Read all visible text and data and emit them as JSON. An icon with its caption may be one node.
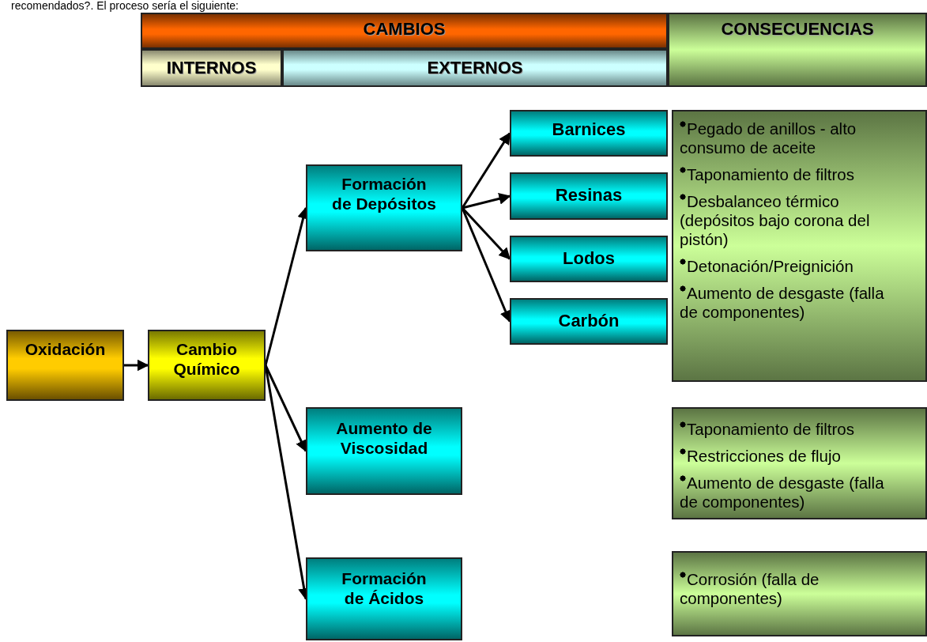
{
  "diagram": {
    "nodes": [
      {
        "text": [
          "CAMBIOS"
        ]
      },
      {
        "text": [
          "CONSECUENCIAS"
        ]
      },
      {
        "text": [
          "INTERNOS"
        ]
      },
      {
        "text": [
          "EXTERNOS"
        ]
      },
      {
        "text": [
          "Oxidación"
        ]
      },
      {
        "text": [
          "Cambio Químico"
        ]
      },
      {
        "text": [
          "Formación de Depósitos"
        ]
      },
      {
        "text": [
          "Barnices"
        ]
      },
      {
        "text": [
          "Resinas"
        ]
      },
      {
        "text": [
          "Lodos"
        ]
      },
      {
        "text": [
          "Carbón"
        ]
      },
      {
        "text": [
          "Pegado de anillos - alto consumo de aceite",
          "Taponamiento de filtros",
          "Desbalanceo térmico (depósitos bajo corona del pistón)",
          "Detonación/Preignición",
          "Aumento de desgaste (falla de componentes)"
        ]
      },
      {
        "text": [
          "Aumento de Viscosidad"
        ]
      },
      {
        "text": [
          "Taponamiento de filtros",
          "Restricciones de flujo",
          "Aumento de desgaste (falla de componentes)"
        ]
      },
      {
        "text": [
          "Formación de Ácidos"
        ]
      },
      {
        "text": [
          "Corrosión (falla de componentes)"
        ]
      }
    ],
    "edges": [
      {
        "from": 4,
        "to": 5,
        "arrow": "to"
      },
      {
        "from": 5,
        "to": 6,
        "arrow": "to"
      },
      {
        "from": 5,
        "to": 12,
        "arrow": "to"
      },
      {
        "from": 5,
        "to": 14,
        "arrow": "to"
      },
      {
        "from": 6,
        "to": 7,
        "arrow": "to"
      },
      {
        "from": 6,
        "to": 8,
        "arrow": "to"
      },
      {
        "from": 6,
        "to": 9,
        "arrow": "to"
      },
      {
        "from": 6,
        "to": 10,
        "arrow": "to"
      }
    ],
    "labels": [
      "recomendados?. El proceso sería el siguiente:"
    ]
  }
}
